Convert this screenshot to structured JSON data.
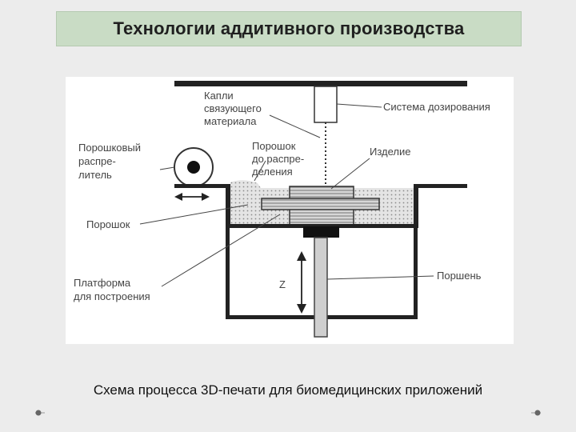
{
  "slide": {
    "title": "Технологии аддитивного производства",
    "caption": "Схема процесса 3D-печати для биомедицинских приложений"
  },
  "diagram": {
    "labels": {
      "droplets_line1": "Капли",
      "droplets_line2": "связующего",
      "droplets_line3": "материала",
      "dosing_system": "Система дозирования",
      "spreader_line1": "Порошковый",
      "spreader_line2": "распре-",
      "spreader_line3": "литель",
      "powder_dist_line1": "Порошок",
      "powder_dist_line2": "до распре-",
      "powder_dist_line3": "деления",
      "part": "Изделие",
      "powder": "Порошок",
      "platform_line1": "Платформа",
      "platform_line2": "для построения",
      "piston": "Поршень",
      "axis_z": "Z"
    }
  }
}
